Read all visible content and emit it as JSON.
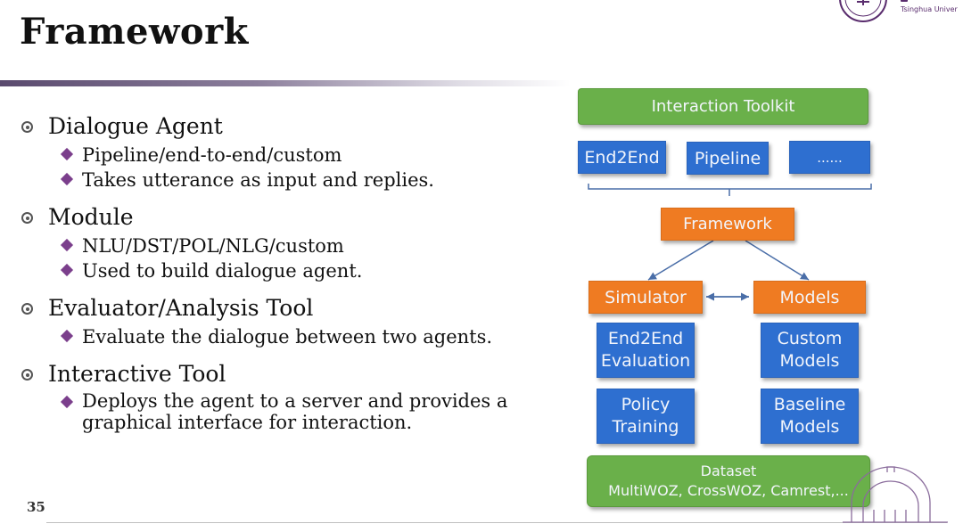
{
  "slide": {
    "title": "Framework",
    "page_number": "35",
    "university_name": "Tsinghua Univer"
  },
  "bullets": [
    {
      "label": "Dialogue Agent",
      "items": [
        "Pipeline/end-to-end/custom",
        "Takes utterance as input and replies."
      ]
    },
    {
      "label": "Module",
      "items": [
        "NLU/DST/POL/NLG/custom",
        "Used to build dialogue agent."
      ]
    },
    {
      "label": "Evaluator/Analysis Tool",
      "items": [
        "Evaluate the dialogue between two agents."
      ]
    },
    {
      "label": "Interactive Tool",
      "items": [
        "Deploys the agent to a server and provides a graphical interface for interaction."
      ]
    }
  ],
  "diagram": {
    "interaction_toolkit": "Interaction Toolkit",
    "end2end": "End2End",
    "pipeline": "Pipeline",
    "more": "......",
    "framework": "Framework",
    "simulator": "Simulator",
    "models": "Models",
    "end2end_eval_line1": "End2End",
    "end2end_eval_line2": "Evaluation",
    "custom_models_line1": "Custom",
    "custom_models_line2": "Models",
    "policy_training_line1": "Policy",
    "policy_training_line2": "Training",
    "baseline_models_line1": "Baseline",
    "baseline_models_line2": "Models",
    "dataset_line1": "Dataset",
    "dataset_line2": "MultiWOZ, CrossWOZ, Camrest,...",
    "colors": {
      "green": "#6ab04a",
      "blue": "#2e6fd0",
      "orange": "#ef7b22",
      "accent_purple": "#7b3f8c"
    }
  }
}
